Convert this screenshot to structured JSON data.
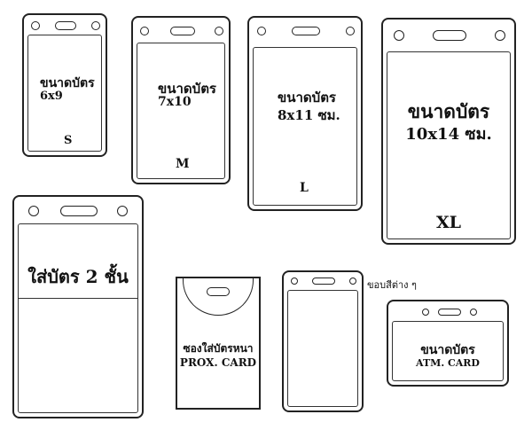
{
  "diagram": {
    "holders": [
      {
        "id": "s",
        "size_line1": "ขนาดบัตร",
        "size_line2": "6x9",
        "size_code": "S"
      },
      {
        "id": "m",
        "size_line1": "ขนาดบัตร",
        "size_line2": "7x10",
        "size_code": "M"
      },
      {
        "id": "l",
        "size_line1": "ขนาดบัตร",
        "size_line2": "8x11 ซม.",
        "size_code": "L"
      },
      {
        "id": "xl",
        "size_line1": "ขนาดบัตร",
        "size_line2": "10x14 ซม.",
        "size_code": "XL"
      }
    ],
    "double": {
      "label": "ใส่บัตร 2 ชั้น"
    },
    "sleeve": {
      "line1": "ซองใส่บัตรหนา",
      "line2": "PROX. CARD"
    },
    "color_edge": {
      "label": "ขอบสีต่าง ๆ"
    },
    "atm": {
      "line1": "ขนาดบัตร",
      "line2": "ATM. CARD"
    }
  }
}
